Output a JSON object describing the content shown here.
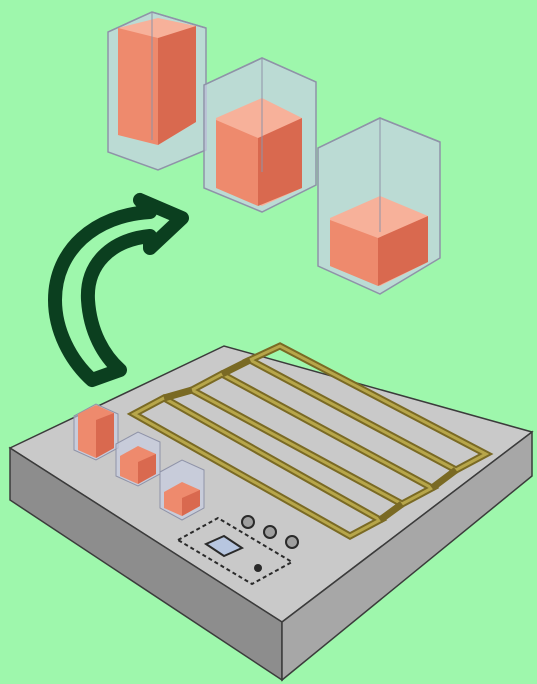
{
  "colors": {
    "background": "#9ef7ac",
    "arrow": "#0b3f1f",
    "block_top": "#c9c9c9",
    "block_front": "#8d8d8d",
    "block_right": "#a7a7a7",
    "block_edge": "#3b3b3b",
    "glass_face": "#c8cfe6",
    "glass_edge": "#8f93a8",
    "cube_top": "#f7b19a",
    "cube_front": "#ee8a6d",
    "cube_side": "#d9694f",
    "channel_outer": "#7a6a24",
    "channel_inner": "#b7a64a",
    "window": "#b7c6e0"
  },
  "diagram": {
    "elements": [
      {
        "name": "curved-arrow-icon",
        "meaning": "upward-curved-arrow"
      },
      {
        "name": "mold-block",
        "meaning": "gray-base-block"
      },
      {
        "name": "serpentine-channel",
        "meaning": "yellow-channel"
      },
      {
        "name": "container-cubes",
        "meaning": "three-transparent-containers-with-cubes"
      }
    ]
  }
}
